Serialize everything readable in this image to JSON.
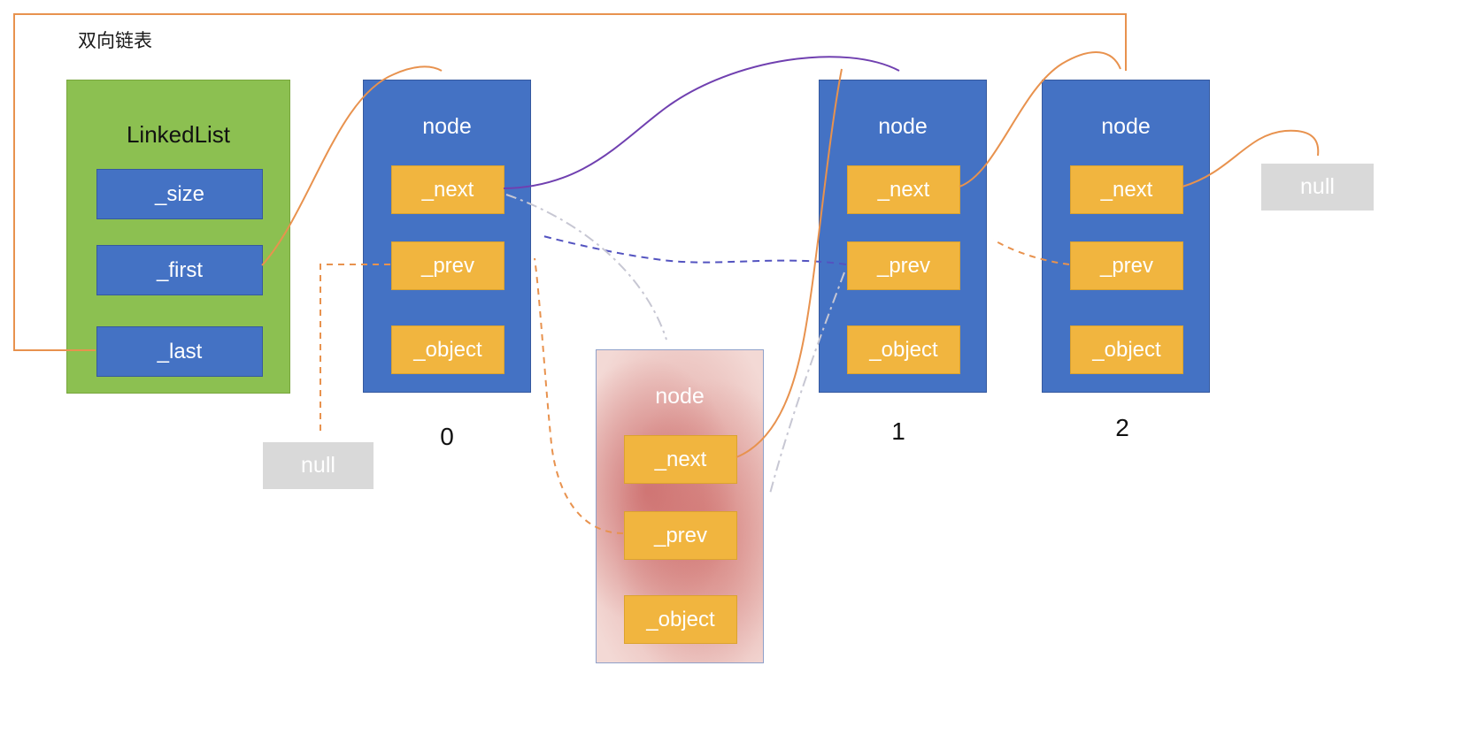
{
  "title": "双向链表",
  "linkedlist": {
    "title": "LinkedList",
    "fields": [
      "_size",
      "_first",
      "_last"
    ]
  },
  "nodes": [
    {
      "title": "node",
      "index_label": "0",
      "fields": [
        "_next",
        "_prev",
        "_object"
      ]
    },
    {
      "title": "node",
      "index_label": "1",
      "fields": [
        "_next",
        "_prev",
        "_object"
      ]
    },
    {
      "title": "node",
      "index_label": "2",
      "fields": [
        "_next",
        "_prev",
        "_object"
      ]
    }
  ],
  "new_node": {
    "title": "node",
    "fields": [
      "_next",
      "_prev",
      "_object"
    ]
  },
  "null_labels": {
    "right": "null",
    "bottom_left": "null"
  },
  "colors": {
    "node_blue": "#4472C4",
    "field_orange": "#F1B53F",
    "list_green": "#8CC051",
    "null_gray": "#D9D9D9",
    "arrow_orange": "#E8924E",
    "arrow_purple": "#7040B0",
    "arrow_blue_dashed": "#5353C0",
    "arrow_gray_dashdot": "#C7C7D3"
  },
  "edges": [
    {
      "from": "linkedlist._last",
      "to": "node-2",
      "style": "solid",
      "color": "orange"
    },
    {
      "from": "linkedlist._first",
      "to": "node-0",
      "style": "solid",
      "color": "orange"
    },
    {
      "from": "node-0._next",
      "to": "node-1",
      "style": "solid",
      "color": "purple"
    },
    {
      "from": "node-1._prev",
      "to": "node-0",
      "style": "dashed",
      "color": "blue"
    },
    {
      "from": "node-0._prev",
      "to": "null-bottom-left",
      "style": "dashed",
      "color": "orange"
    },
    {
      "from": "node-2._prev",
      "to": "node-1",
      "style": "dashed",
      "color": "orange"
    },
    {
      "from": "node-2._next",
      "to": "null-right",
      "style": "solid",
      "color": "orange"
    },
    {
      "from": "node-1._next",
      "to": "node-2",
      "style": "solid",
      "color": "orange"
    },
    {
      "from": "new-node._next",
      "to": "node-1",
      "style": "solid",
      "color": "orange"
    },
    {
      "from": "new-node._prev",
      "to": "node-0",
      "style": "dashed",
      "color": "orange"
    },
    {
      "from": "node-0._next",
      "to": "new-node",
      "style": "dash-dot",
      "color": "gray"
    },
    {
      "from": "node-1._prev",
      "to": "new-node",
      "style": "dash-dot",
      "color": "gray"
    }
  ]
}
